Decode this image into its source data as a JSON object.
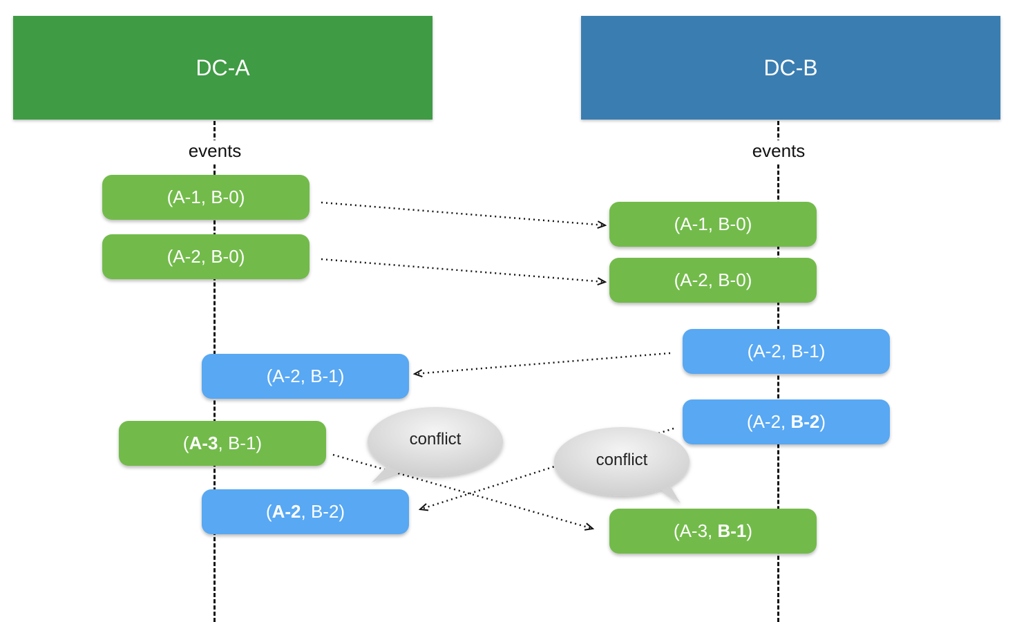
{
  "lanes": {
    "a": {
      "title": "DC-A",
      "events_label": "events",
      "color": "#3f9b44"
    },
    "b": {
      "title": "DC-B",
      "events_label": "events",
      "color": "#3a7db1"
    }
  },
  "colors": {
    "green_event": "#72bb4a",
    "blue_event": "#58a8f3"
  },
  "events": {
    "a1": {
      "open": "(",
      "p1": "A-1",
      "sep": ", ",
      "p2": "B-0",
      "close": ")"
    },
    "a2": {
      "open": "(",
      "p1": "A-2",
      "sep": ", ",
      "p2": "B-0",
      "close": ")"
    },
    "a3": {
      "open": "(",
      "p1": "A-2",
      "sep": ", ",
      "p2": "B-1",
      "close": ")"
    },
    "a4": {
      "open": "(",
      "p1": "A-3",
      "sep": ", ",
      "p2": "B-1",
      "close": ")"
    },
    "a5": {
      "open": "(",
      "p1": "A-2",
      "sep": ", ",
      "p2": "B-2",
      "close": ")"
    },
    "b1": {
      "open": "(",
      "p1": "A-1",
      "sep": ", ",
      "p2": "B-0",
      "close": ")"
    },
    "b2": {
      "open": "(",
      "p1": "A-2",
      "sep": ", ",
      "p2": "B-0",
      "close": ")"
    },
    "b3": {
      "open": "(",
      "p1": "A-2",
      "sep": ", ",
      "p2": "B-1",
      "close": ")"
    },
    "b4": {
      "open": "(",
      "p1": "A-2",
      "sep": ", ",
      "p2": "B-2",
      "close": ")"
    },
    "b5": {
      "open": "(",
      "p1": "A-3",
      "sep": ", ",
      "p2": "B-1",
      "close": ")"
    }
  },
  "bubbles": {
    "left": {
      "text": "conflict"
    },
    "right": {
      "text": "conflict"
    }
  }
}
